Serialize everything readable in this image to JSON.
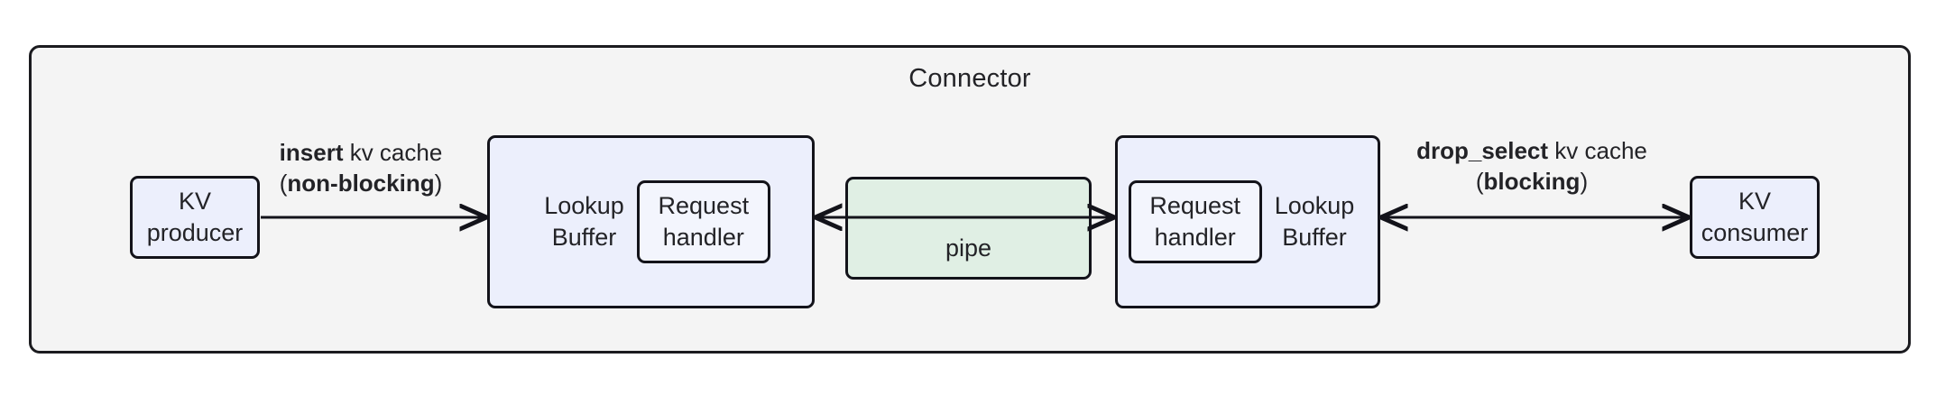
{
  "diagram": {
    "title": "Connector",
    "container": {
      "label": "Connector",
      "fill": "#f4f4f4",
      "stroke": "#1b1b1f"
    },
    "colors": {
      "box_blue": "#eceffc",
      "box_blue_inner": "#f3f5fd",
      "box_green": "#e0efe4",
      "stroke": "#13131a",
      "text": "#232327",
      "background": "#ffffff"
    },
    "nodes": {
      "kv_producer": {
        "label": "KV\nproducer",
        "fill": "#eceffc"
      },
      "kv_consumer": {
        "label": "KV\nconsumer",
        "fill": "#eceffc"
      },
      "lookup_buffer_left": {
        "label": "Lookup\nBuffer",
        "fill": "#eceffc"
      },
      "request_handler_left": {
        "label": "Request\nhandler",
        "fill": "#f3f5fd"
      },
      "lookup_buffer_right": {
        "label": "Lookup\nBuffer",
        "fill": "#eceffc"
      },
      "request_handler_right": {
        "label": "Request\nhandler",
        "fill": "#f3f5fd"
      },
      "pipe": {
        "label": "pipe",
        "fill": "#e0efe4"
      }
    },
    "edges": {
      "insert": {
        "bold_prefix": "insert",
        "rest": " kv cache",
        "line2_open": "(",
        "line2_bold": "non-blocking",
        "line2_close": ")",
        "direction": "one-way-right"
      },
      "drop_select": {
        "bold_prefix": "drop_select",
        "rest": " kv cache",
        "line2_open": "(",
        "line2_bold": "blocking",
        "line2_close": ")",
        "direction": "two-way"
      },
      "pipe_left": {
        "direction": "left-arrow"
      },
      "pipe_right": {
        "direction": "right-arrow"
      }
    }
  }
}
